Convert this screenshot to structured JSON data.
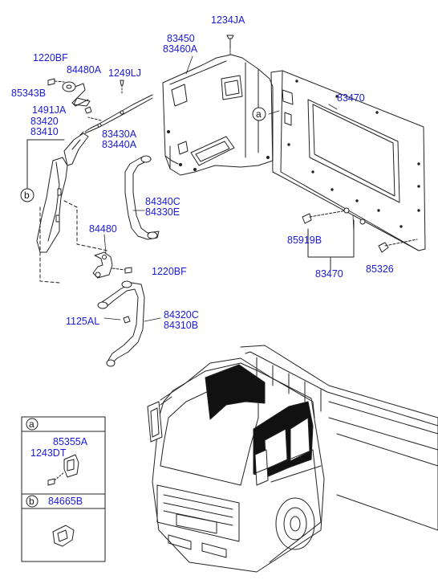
{
  "parts": {
    "p1234JA": "1234JA",
    "p83450": "83450",
    "p83460A": "83460A",
    "p1220BF_top": "1220BF",
    "p84480A": "84480A",
    "p1249LJ": "1249LJ",
    "p85343B": "85343B",
    "p83470_top": "83470",
    "p1491JA": "1491JA",
    "p83420": "83420",
    "p83410": "83410",
    "p83430A": "83430A",
    "p83440A": "83440A",
    "p84340C": "84340C",
    "p84330E": "84330E",
    "p84480": "84480",
    "p85919B": "85919B",
    "p1220BF_mid": "1220BF",
    "p83470_bot": "83470",
    "p85326": "85326",
    "p84320C": "84320C",
    "p84310B": "84310B",
    "p1125AL": "1125AL"
  },
  "callouts": {
    "a": "a",
    "b": "b"
  },
  "legend": {
    "a_key": "a",
    "a_p1": "85355A",
    "a_p2": "1243DT",
    "b_key": "b",
    "b_p1": "84665B"
  }
}
